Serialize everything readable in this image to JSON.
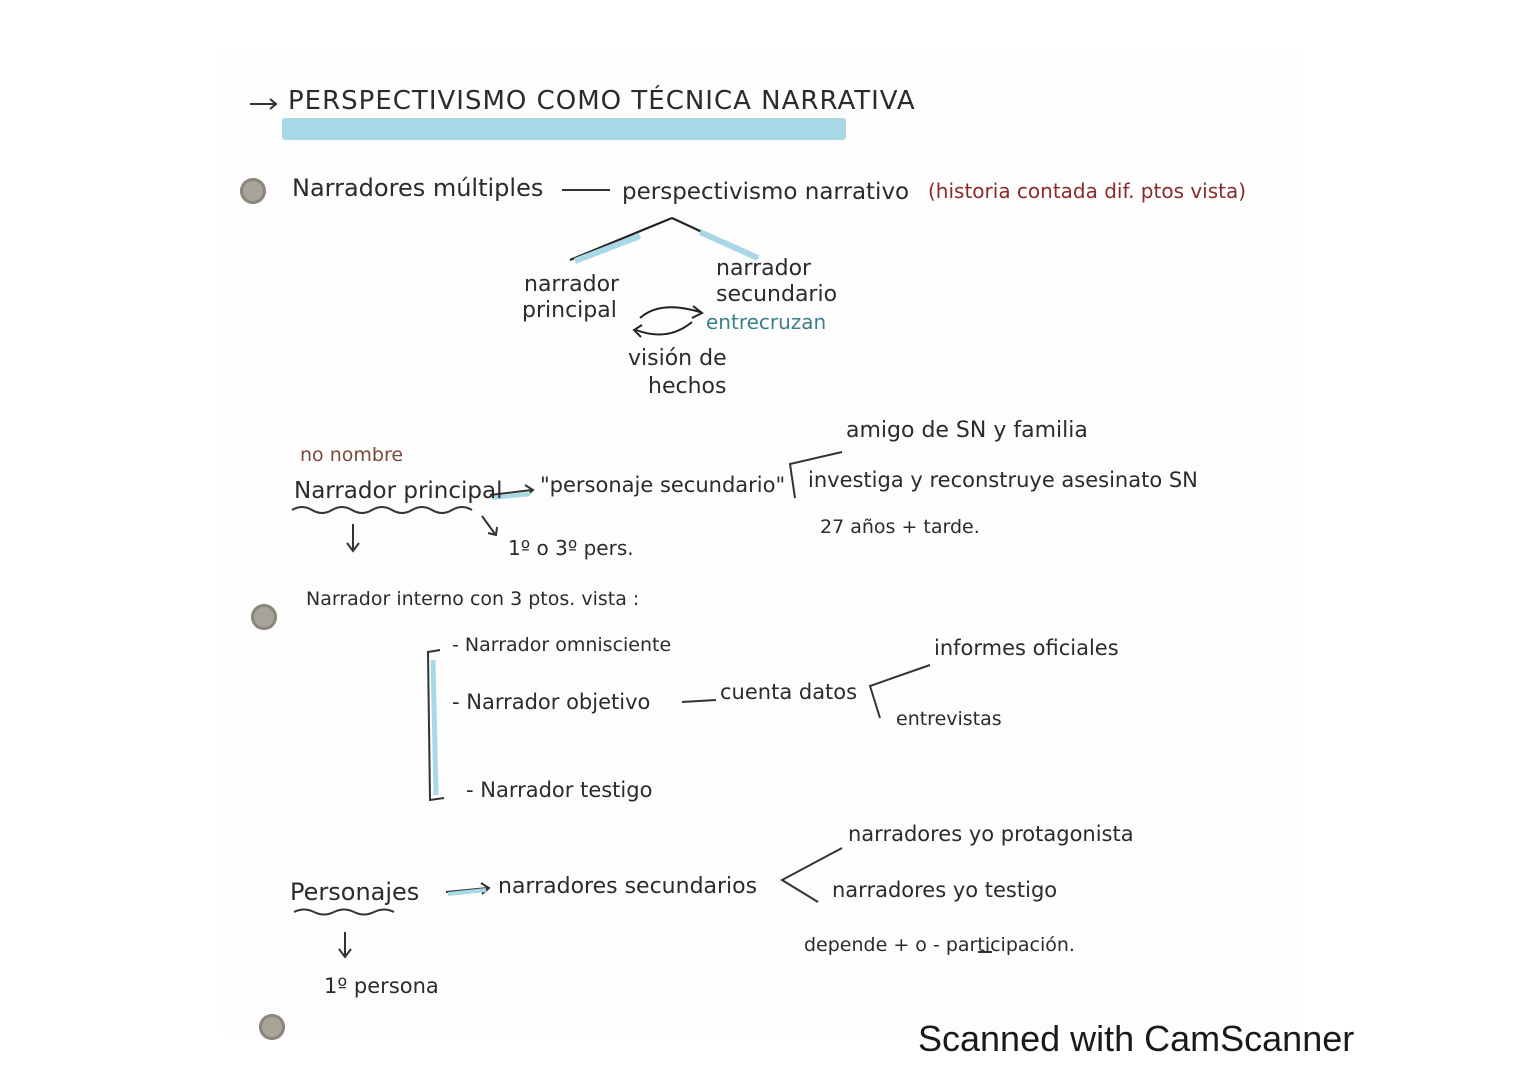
{
  "title": "PERSPECTIVISMO COMO TÉCNICA NARRATIVA",
  "section1": {
    "main": "Narradores múltiples",
    "definition": "perspectivismo narrativo",
    "definition_note": "(historia contada dif. ptos vista)",
    "branch_left": [
      "narrador",
      "principal"
    ],
    "branch_right": [
      "narrador",
      "secundario"
    ],
    "interaction": "entrecruzan",
    "result": [
      "visión de",
      "hechos"
    ]
  },
  "section2": {
    "note": "no nombre",
    "main": "Narrador principal",
    "role": "\"personaje secundario\"",
    "person": "1º o 3º pers.",
    "details": [
      "amigo de SN y familia",
      "investiga y reconstruye asesinato SN",
      "27 años + tarde."
    ],
    "internal": "Narrador interno con 3 ptos. vista :",
    "types": [
      "- Narrador omnisciente",
      "- Narrador objetivo",
      "- Narrador testigo"
    ],
    "objective_action": "cuenta datos",
    "sources": [
      "informes oficiales",
      "entrevistas"
    ]
  },
  "section3": {
    "main": "Personajes",
    "role": "narradores secundarios",
    "person": "1º persona",
    "types": [
      "narradores yo protagonista",
      "narradores yo testigo"
    ],
    "depends": "depende + o - participación."
  },
  "footer": "Scanned with CamScanner",
  "colors": {
    "highlight": "#a8d8e6",
    "accent_ink": "#8a2a2a",
    "teal_ink": "#3d9aa8"
  }
}
